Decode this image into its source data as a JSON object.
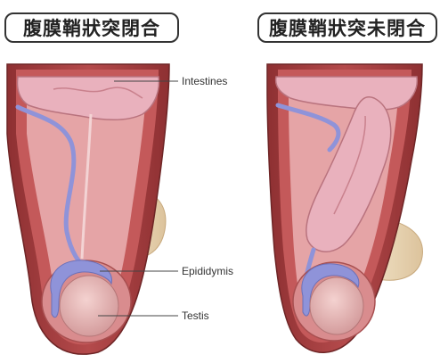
{
  "panels": {
    "left": {
      "title": "腹膜鞘狀突閉合"
    },
    "right": {
      "title": "腹膜鞘狀突未閉合"
    }
  },
  "labels": {
    "intestines": "Intestines",
    "epididymis": "Epididymis",
    "testis": "Testis"
  },
  "colors": {
    "outer_wall": "#9c3a3a",
    "muscle": "#c2595a",
    "inner_pink": "#e9aeb0",
    "intestine": "#e8b0bc",
    "testis": "#e5b7b7",
    "epididymis": "#8f93d9",
    "skin": "#ead7b8"
  }
}
